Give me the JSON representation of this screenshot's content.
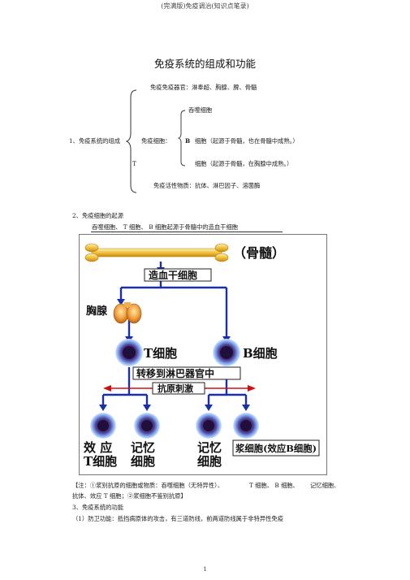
{
  "header": "(完满版)免疫调治(知识点笔录)",
  "title": "免疫系统的组成和功能",
  "section1": {
    "label": "1、免疫系统的组成",
    "organs": "免疫免疫器官：淋奉超、胸腺、脾、骨髓",
    "phagocyte": "吞噬细胞",
    "cells_label": "免疫细胞：",
    "b_letter": "B",
    "b_desc": "细胞（起源于骨髓，也在骨髓中成熟。）",
    "t_letter": "T",
    "t_desc": "细胞（起源于骨髓，在胸腺中成熟。）",
    "substances": "免疫活性物质：抗体、淋巴因子、溶菌酶"
  },
  "section2": {
    "heading": "2、免疫细胞的起源",
    "line": "吞噬细胞、 T 细胞、 B 细胞起源于骨髓中的造血干细胞"
  },
  "diagram": {
    "bone_marrow": "（骨髓）",
    "stem_cell": "造血干细胞",
    "thymus": "胸腺",
    "t_cell": "T细胞",
    "b_cell": "B细胞",
    "transfer": "转移到淋巴器官中",
    "antigen": "抗原刺激",
    "effector_t_1": "效 应",
    "effector_t_2": "T细胞",
    "memory_1a": "记忆",
    "memory_1b": "细胞",
    "memory_2a": "记忆",
    "memory_2b": "细胞",
    "plasma": "浆细胞(效应B细胞)",
    "colors": {
      "arrow": "#1a2fb0",
      "red_arrow": "#d01010",
      "text": "#111111",
      "box_border": "#222222",
      "bone": "#f2c040",
      "cell_core": "#2a1a5a",
      "cell_halo": "#8fb6ff"
    }
  },
  "note": {
    "line1_a": "【注：①浆别抗原的细胞或物质：吞噬细胞（无特异性）、",
    "line1_b": "T 细胞、 B 细胞、",
    "line1_c": "记忆细胞、",
    "line2": "抗体、效应 T 细胞；②浆细胞不鉴别抗原】"
  },
  "section3": {
    "heading": "3、免疫系统的功能",
    "line": "（1）防卫功能：抵挡病原体的攻击，有三道防线，前两道防线属于非特异性免疫"
  },
  "page_number": "1"
}
